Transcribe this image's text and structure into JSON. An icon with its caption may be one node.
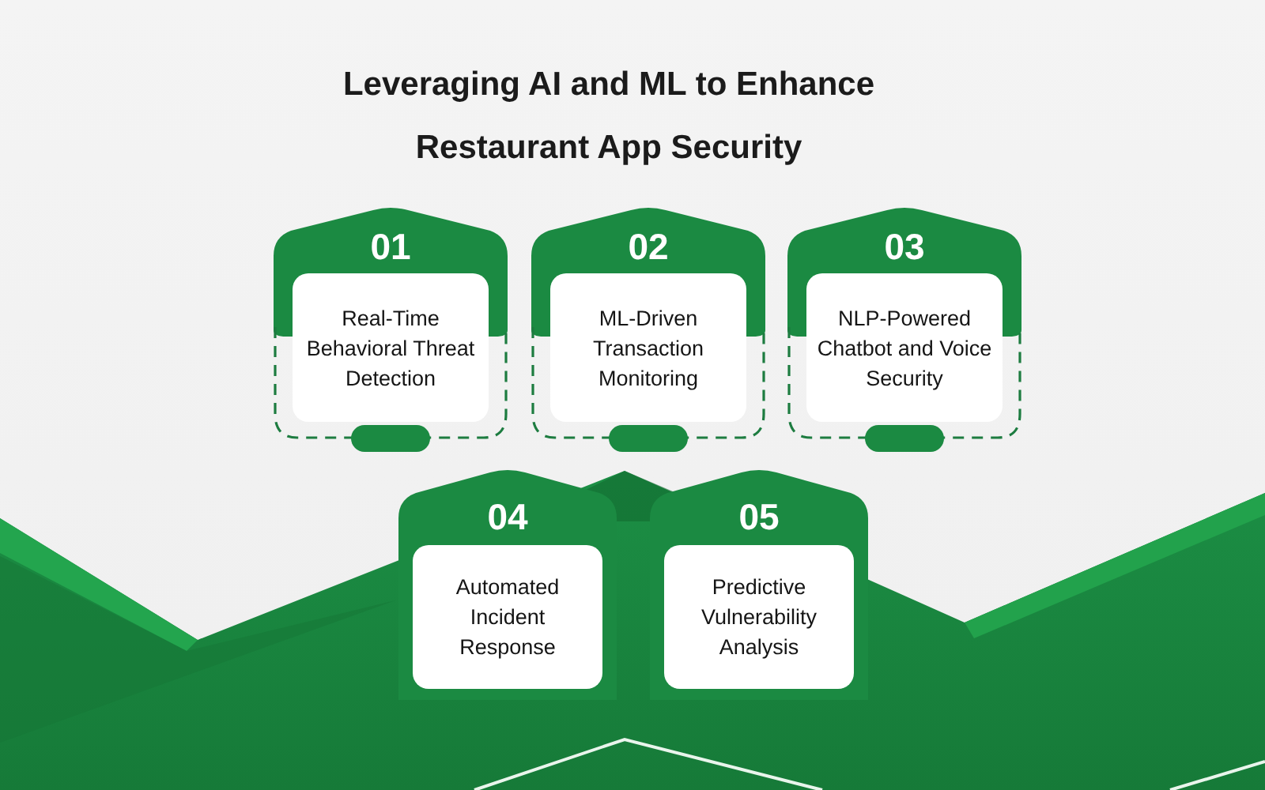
{
  "diagram": {
    "title": "Leveraging AI and ML to Enhance Restaurant App Security",
    "nodes": [
      {
        "text": [
          "01",
          "Real-Time Behavioral Threat Detection"
        ]
      },
      {
        "text": [
          "02",
          "ML-Driven Transaction Monitoring"
        ]
      },
      {
        "text": [
          "03",
          "NLP-Powered Chatbot and Voice Security"
        ]
      },
      {
        "text": [
          "04",
          "Automated Incident Response"
        ]
      },
      {
        "text": [
          "05",
          "Predictive Vulnerability Analysis"
        ]
      }
    ]
  }
}
